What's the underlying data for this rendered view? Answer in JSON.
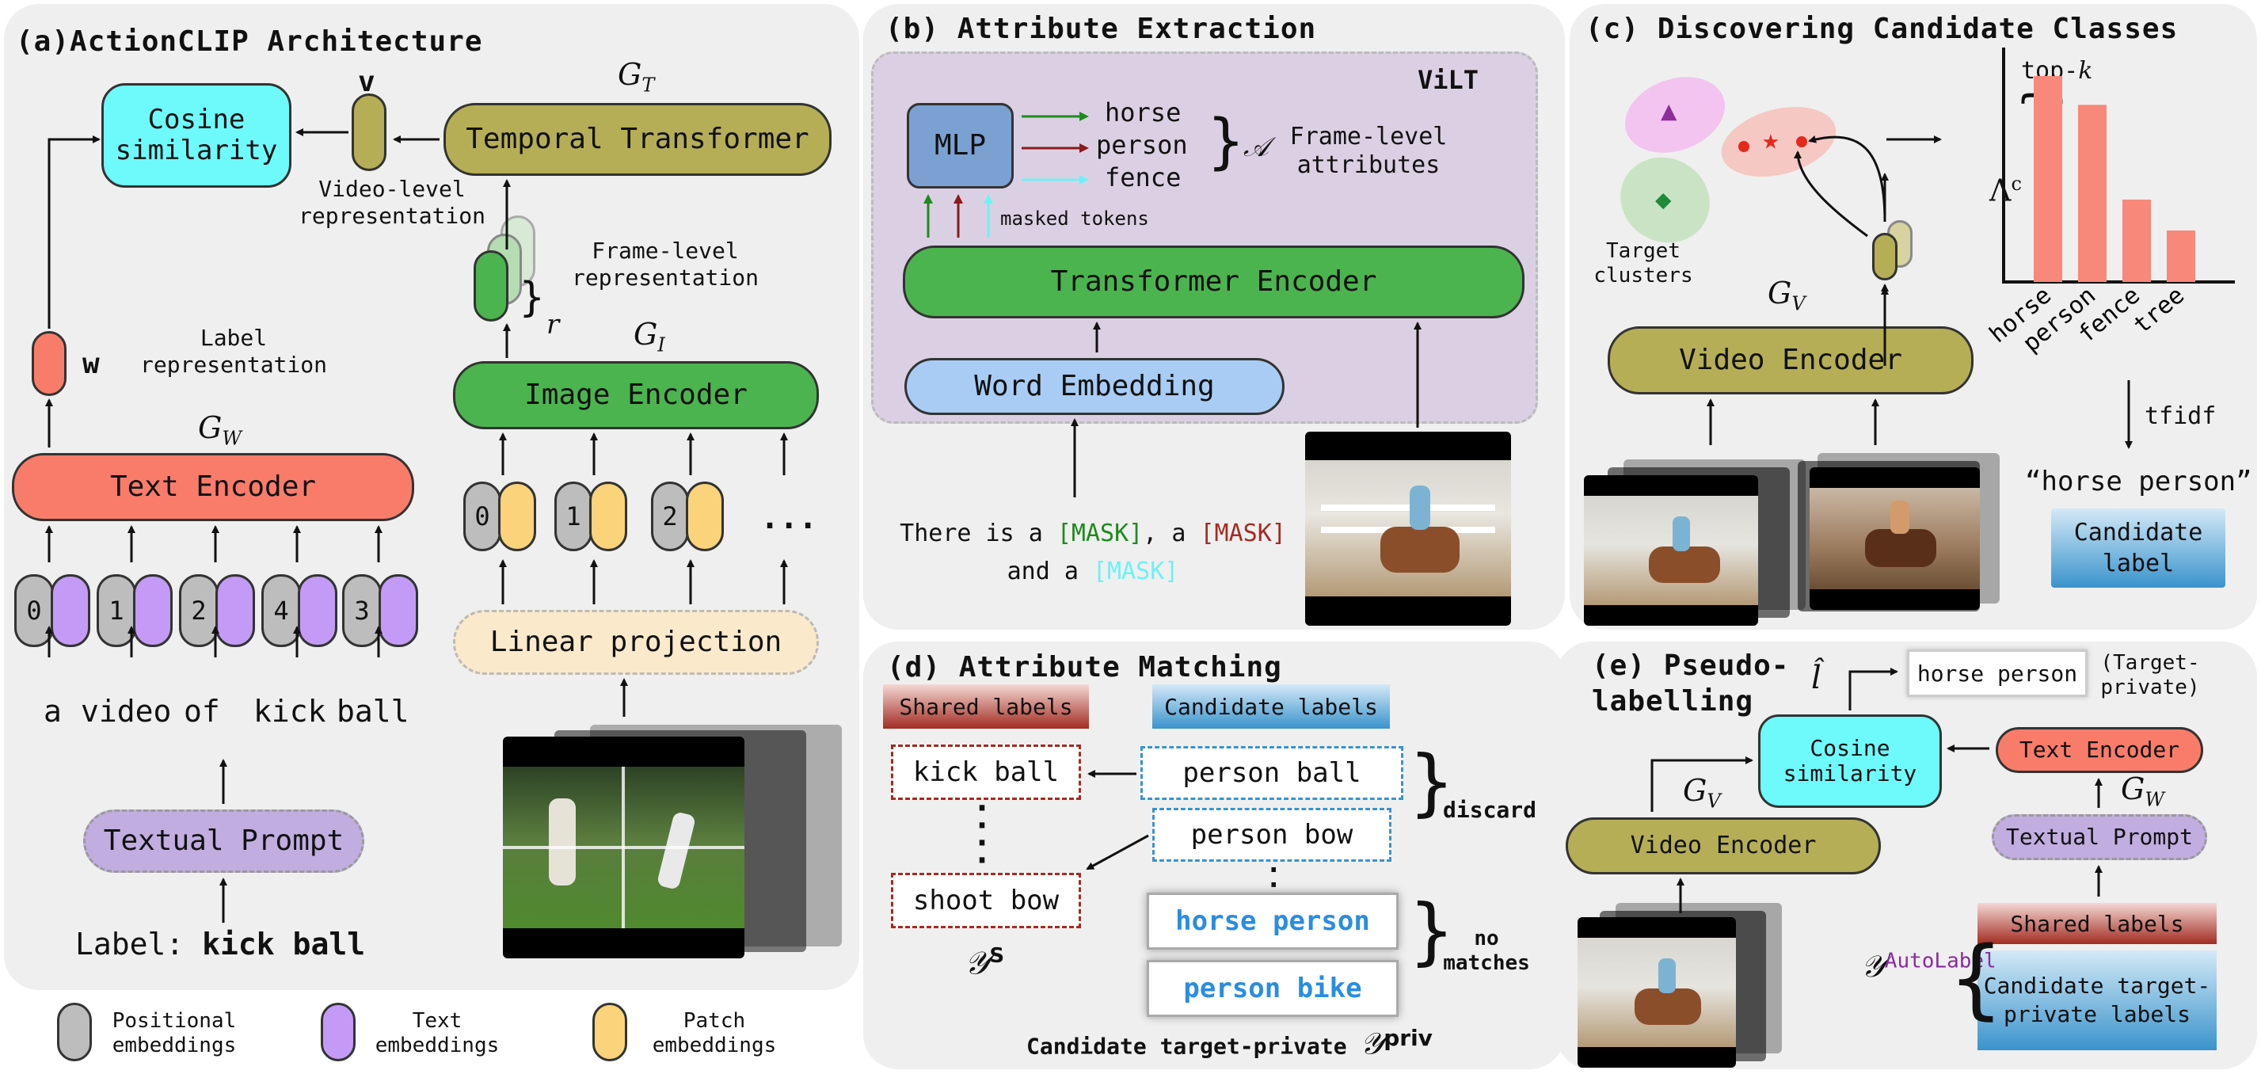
{
  "colors": {
    "panel_bg": "#efefef",
    "text_encoder": "#f97c6b",
    "image_encoder": "#4cb44f",
    "temporal": "#b5ae56",
    "cosine": "#6ef9fb",
    "linear": "#fbe9cc",
    "prompt": "#c1ade0",
    "vilt_bg": "#dbd0e3",
    "mlp": "#7ba1d3",
    "word_emb": "#a8ccf4",
    "shared": "#a22c22",
    "candidate": "#3a93cc",
    "bar": "#f8887a",
    "pink": "#f2c4ef",
    "green_cluster": "#cae3c4"
  },
  "panel_a": {
    "title": "(a)ActionCLIP Architecture",
    "cosine": "Cosine similarity",
    "v_label": "v",
    "gt_label": "G_T",
    "temporal": "Temporal Transformer",
    "video_rep": "Video-level representation",
    "frame_rep": "Frame-level representation",
    "r_label": "r",
    "gi_label": "G_I",
    "image_encoder": "Image Encoder",
    "w_label": "w",
    "label_rep": "Label representation",
    "gw_label": "G_W",
    "text_encoder": "Text Encoder",
    "pos_tokens": [
      "0",
      "1",
      "2",
      "4",
      "3"
    ],
    "words": [
      "a",
      "video",
      "of",
      "kick",
      "ball"
    ],
    "patch_tokens": [
      "0",
      "1",
      "2"
    ],
    "ellipsis": "...",
    "linear": "Linear projection",
    "prompt": "Textual Prompt",
    "label_prefix": "Label:",
    "label_value": "kick ball"
  },
  "panel_b": {
    "title": "(b) Attribute Extraction",
    "vilt": "ViLT",
    "mlp": "MLP",
    "attrs": [
      "horse",
      "person",
      "fence"
    ],
    "script_a": "𝒜",
    "frame_attrs": "Frame-level attributes",
    "masked": "masked tokens",
    "transformer": "Transformer Encoder",
    "word_emb": "Word Embedding",
    "sentence": [
      "There is a ",
      "[MASK]",
      ", a ",
      "[MASK]",
      "and a ",
      "[MASK]"
    ]
  },
  "panel_c": {
    "title": "(c) Discovering Candidate Classes",
    "target_clusters": "Target clusters",
    "gv_label": "G_V",
    "video_encoder": "Video Encoder",
    "topk_prefix": "top-",
    "topk_k": "k",
    "lambda": "Λ",
    "lambda_sup": "c",
    "bars": [
      {
        "label": "horse",
        "value": 1.0
      },
      {
        "label": "person",
        "value": 0.86
      },
      {
        "label": "fence",
        "value": 0.4
      },
      {
        "label": "tree",
        "value": 0.25
      }
    ],
    "tfidf": "tfidf",
    "quoted": "“horse person”",
    "candidate_label": "Candidate label"
  },
  "panel_d": {
    "title": "(d) Attribute Matching",
    "shared": "Shared labels",
    "candidate": "Candidate labels",
    "left": [
      "kick ball",
      "shoot bow"
    ],
    "right": [
      "person ball",
      "person bow"
    ],
    "discard": "discard",
    "matches": [
      "horse person",
      "person bike"
    ],
    "no_matches": "no matches",
    "ys": "𝒴",
    "ys_sup": "S",
    "footer": "Candidate target-private",
    "ypriv": "𝒴",
    "ypriv_sup": "priv"
  },
  "panel_e": {
    "title": "(e) Pseudo-labelling",
    "l_hat": "l̂",
    "horse_person": "horse person",
    "target_private": "(Target-private)",
    "cosine": "Cosine similarity",
    "text_encoder": "Text Encoder",
    "gv_label": "G_V",
    "gw_label": "G_W",
    "video_encoder": "Video Encoder",
    "prompt": "Textual Prompt",
    "shared": "Shared labels",
    "autolabel_y": "𝒴",
    "autolabel": "AutoLabel",
    "candidate_private": "Candidate target-private labels"
  },
  "legend": [
    {
      "label": "Positional embeddings",
      "color": "#bdbdbd"
    },
    {
      "label": "Text embeddings",
      "color": "#c39bf6"
    },
    {
      "label": "Patch embeddings",
      "color": "#fbd37a"
    }
  ]
}
